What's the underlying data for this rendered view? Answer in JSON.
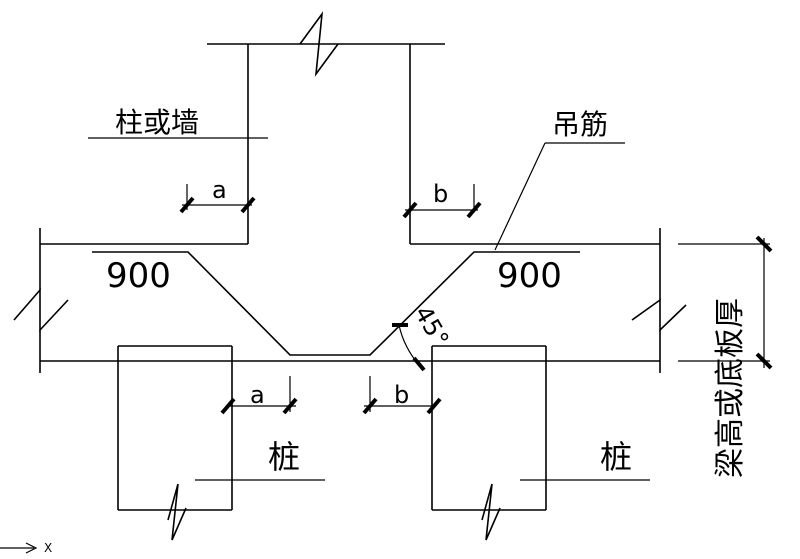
{
  "labels": {
    "column_or_wall": "柱或墙",
    "hanger_bar": "吊筋",
    "dim_a": "a",
    "dim_b": "b",
    "width_900": "900",
    "angle": "45°",
    "pile": "桩",
    "beam_depth_vertical": "梁高或底板厚"
  },
  "axis": {
    "x_label": "X"
  }
}
